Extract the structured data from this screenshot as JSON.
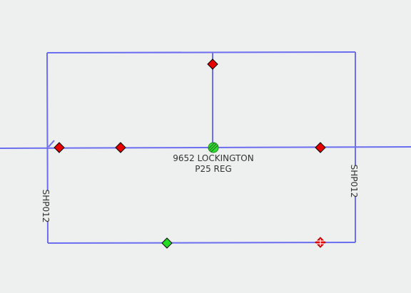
{
  "map": {
    "background_color": "#eeefef",
    "pipe_color": "#6b6ef0",
    "main_label_line1": "9652 LOCKINGTON",
    "main_label_line2": "P25 REG",
    "left_street_label": "SHP012",
    "right_street_label": "SHP012",
    "valve_color_closed": "#e60000",
    "valve_color_open": "#22cc22",
    "features": [
      {
        "type": "valve-closed",
        "icon": "red-diamond-icon"
      },
      {
        "type": "valve-closed",
        "icon": "red-diamond-icon"
      },
      {
        "type": "valve-closed",
        "icon": "red-diamond-icon"
      },
      {
        "type": "valve-closed",
        "icon": "red-diamond-icon"
      },
      {
        "type": "regulator-station",
        "icon": "green-regulator-icon"
      },
      {
        "type": "valve-open",
        "icon": "green-diamond-icon"
      },
      {
        "type": "valve-special",
        "icon": "red-diamond-crossed-icon"
      }
    ]
  }
}
